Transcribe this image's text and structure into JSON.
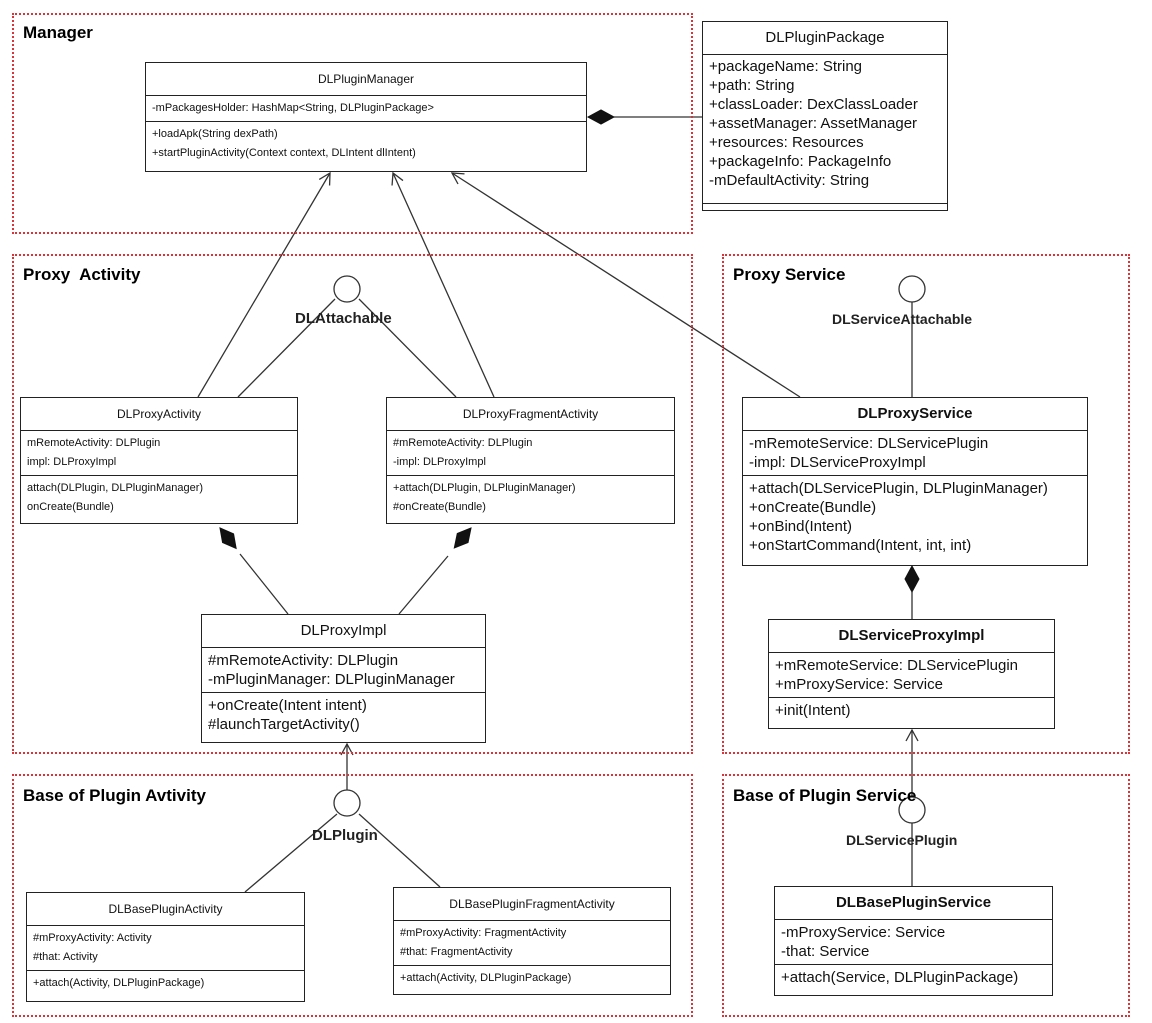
{
  "regions": {
    "manager": "Manager",
    "proxy_activity": "Proxy  Activity",
    "proxy_service": "Proxy Service",
    "base_plugin_activity": "Base of Plugin Avtivity",
    "base_plugin_service": "Base of Plugin Service"
  },
  "interfaces": {
    "dl_attachable": "DLAttachable",
    "dl_service_attachable": "DLServiceAttachable",
    "dl_plugin": "DLPlugin",
    "dl_service_plugin": "DLServicePlugin"
  },
  "classes": {
    "dl_plugin_manager": {
      "name": "DLPluginManager",
      "attrs": [
        "-mPackagesHolder: HashMap<String, DLPluginPackage>"
      ],
      "ops": [
        "+loadApk(String dexPath)",
        "+startPluginActivity(Context context, DLIntent dlIntent)"
      ]
    },
    "dl_plugin_package": {
      "name": "DLPluginPackage",
      "attrs": [
        "+packageName: String",
        "+path: String",
        "+classLoader: DexClassLoader",
        "+assetManager: AssetManager",
        "+resources: Resources",
        "+packageInfo: PackageInfo",
        "-mDefaultActivity: String"
      ],
      "ops": []
    },
    "dl_proxy_activity": {
      "name": "DLProxyActivity",
      "attrs": [
        "mRemoteActivity: DLPlugin",
        "impl: DLProxyImpl"
      ],
      "ops": [
        "attach(DLPlugin, DLPluginManager)",
        "onCreate(Bundle)"
      ]
    },
    "dl_proxy_fragment_activity": {
      "name": "DLProxyFragmentActivity",
      "attrs": [
        "#mRemoteActivity: DLPlugin",
        "-impl: DLProxyImpl"
      ],
      "ops": [
        "+attach(DLPlugin, DLPluginManager)",
        "#onCreate(Bundle)"
      ]
    },
    "dl_proxy_impl": {
      "name": "DLProxyImpl",
      "attrs": [
        "#mRemoteActivity: DLPlugin",
        "-mPluginManager: DLPluginManager"
      ],
      "ops": [
        "+onCreate(Intent intent)",
        "#launchTargetActivity()"
      ]
    },
    "dl_proxy_service": {
      "name": "DLProxyService",
      "attrs": [
        "-mRemoteService: DLServicePlugin",
        "-impl: DLServiceProxyImpl"
      ],
      "ops": [
        "+attach(DLServicePlugin, DLPluginManager)",
        "+onCreate(Bundle)",
        "+onBind(Intent)",
        "+onStartCommand(Intent, int, int)"
      ]
    },
    "dl_service_proxy_impl": {
      "name": "DLServiceProxyImpl",
      "attrs": [
        "+mRemoteService: DLServicePlugin",
        "+mProxyService: Service"
      ],
      "ops": [
        "+init(Intent)"
      ]
    },
    "dl_base_plugin_activity": {
      "name": "DLBasePluginActivity",
      "attrs": [
        "#mProxyActivity: Activity",
        "#that: Activity"
      ],
      "ops": [
        "+attach(Activity, DLPluginPackage)"
      ]
    },
    "dl_base_plugin_fragment_activity": {
      "name": "DLBasePluginFragmentActivity",
      "attrs": [
        "#mProxyActivity: FragmentActivity",
        "#that: FragmentActivity"
      ],
      "ops": [
        "+attach(Activity, DLPluginPackage)"
      ]
    },
    "dl_base_plugin_service": {
      "name": "DLBasePluginService",
      "attrs": [
        "-mProxyService: Service",
        "-that: Service"
      ],
      "ops": [
        "+attach(Service, DLPluginPackage)"
      ]
    }
  }
}
